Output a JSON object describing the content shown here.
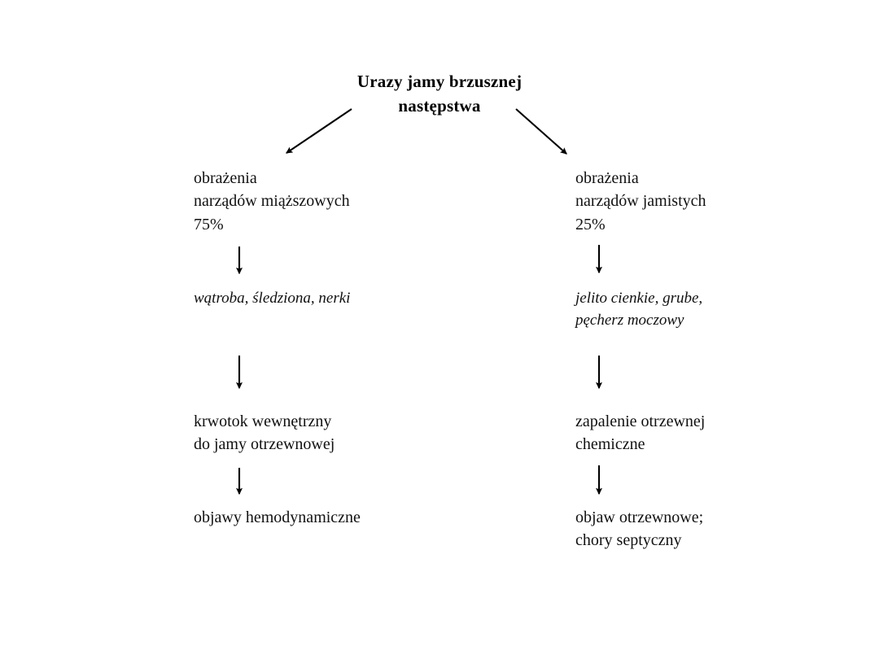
{
  "diagram": {
    "title": "Urazy jamy brzusznej\nnastępstwa",
    "background_color": "#ffffff",
    "ink_color": "#000000",
    "branches": {
      "left": {
        "level1": "obrażenia\nnarządów miąższowych\n75%",
        "level2": "wątroba, śledziona, nerki",
        "level3": "krwotok wewnętrzny\ndo jamy otrzewnowej",
        "level4": "objawy hemodynamiczne",
        "percentage": "75%"
      },
      "right": {
        "level1": "obrażenia\nnarządów jamistych\n25%",
        "level2": "jelito cienkie, grube,\npęcherz moczowy",
        "level3": "zapalenie otrzewnej\nchemiczne",
        "level4": "objaw otrzewnowe;\nchory septyczny",
        "percentage": "25%"
      }
    },
    "connectors": [
      {
        "name": "title-to-left-branch",
        "type": "diagonal-arrow",
        "from": [
          432,
          134
        ],
        "to": [
          350,
          190
        ]
      },
      {
        "name": "title-to-right-branch",
        "type": "diagonal-arrow",
        "from": [
          634,
          134
        ],
        "to": [
          698,
          191
        ]
      },
      {
        "name": "left-level1-to-level2",
        "type": "vertical-arrow",
        "from": [
          294,
          303
        ],
        "to": [
          294,
          340
        ]
      },
      {
        "name": "left-level2-to-level3",
        "type": "vertical-arrow",
        "from": [
          294,
          437
        ],
        "to": [
          294,
          481
        ]
      },
      {
        "name": "left-level3-to-level4",
        "type": "vertical-arrow",
        "from": [
          294,
          575
        ],
        "to": [
          294,
          611
        ]
      },
      {
        "name": "right-level1-to-level2",
        "type": "vertical-arrow",
        "from": [
          736,
          301
        ],
        "to": [
          736,
          339
        ]
      },
      {
        "name": "right-level2-to-level3",
        "type": "vertical-arrow",
        "from": [
          736,
          437
        ],
        "to": [
          736,
          481
        ]
      },
      {
        "name": "right-level3-to-level4",
        "type": "vertical-arrow",
        "from": [
          736,
          572
        ],
        "to": [
          736,
          611
        ]
      }
    ]
  }
}
